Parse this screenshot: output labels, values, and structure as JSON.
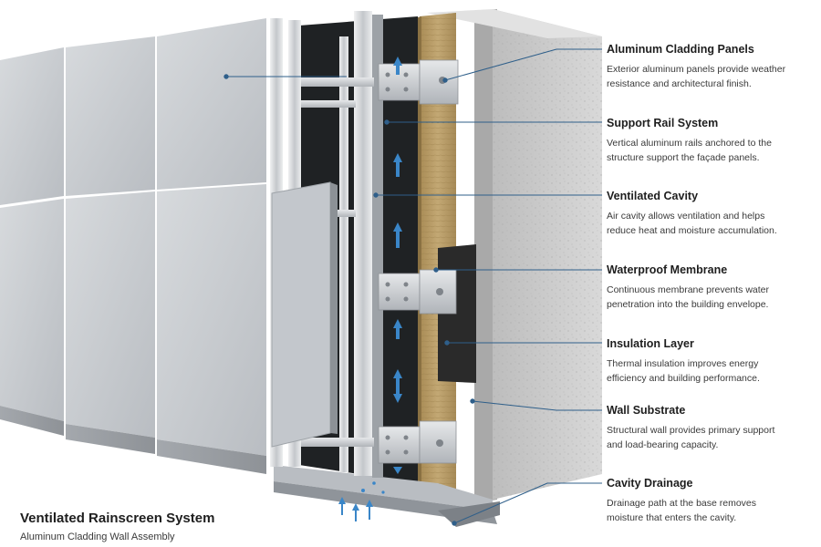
{
  "footer": {
    "title": "Ventilated Rainscreen System",
    "subtitle": "Aluminum Cladding Wall Assembly"
  },
  "labels": [
    {
      "title": "Aluminum Cladding Panels",
      "line1": "Exterior aluminum panels provide weather",
      "line2": "resistance and architectural finish."
    },
    {
      "title": "Support Rail System",
      "line1": "Vertical aluminum rails anchored to the",
      "line2": "structure support the façade panels."
    },
    {
      "title": "Ventilated Cavity",
      "line1": "Air cavity allows ventilation and helps",
      "line2": "reduce heat and moisture accumulation."
    },
    {
      "title": "Waterproof Membrane",
      "line1": "Continuous membrane prevents water",
      "line2": "penetration into the building envelope."
    },
    {
      "title": "Insulation Layer",
      "line1": "Thermal insulation improves energy",
      "line2": "efficiency and building performance."
    },
    {
      "title": "Wall Substrate",
      "line1": "Structural wall provides primary support",
      "line2": "and load-bearing capacity."
    },
    {
      "title": "Cavity Drainage",
      "line1": "Drainage path at the base removes",
      "line2": "moisture that enters the cavity."
    }
  ],
  "colors": {
    "leader": "#2f5f8a",
    "arrow": "#3a86c8",
    "panel": "#c9cdd2",
    "concrete": "#cfcfcf",
    "insulation": "#b59a63",
    "membrane": "#222222"
  }
}
